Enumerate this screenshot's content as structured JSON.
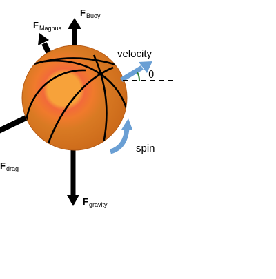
{
  "forces": {
    "buoy": {
      "symbol": "F",
      "subscript": "Buoy"
    },
    "magnus": {
      "symbol": "F",
      "subscript": "Magnus"
    },
    "drag": {
      "symbol": "F",
      "subscript": "drag"
    },
    "gravity": {
      "symbol": "F",
      "subscript": "gravity"
    }
  },
  "labels": {
    "velocity": "velocity",
    "theta": "θ",
    "spin": "spin"
  },
  "colors": {
    "ball": "#d2691e",
    "ball_inner_glow": "#f26a3a",
    "ball_center": "#f7a23a",
    "seams": "#000000",
    "force_arrows": "#000000",
    "velocity_spin_arrows": "#6a9fd4",
    "angle_arc": "#2e7d32"
  }
}
